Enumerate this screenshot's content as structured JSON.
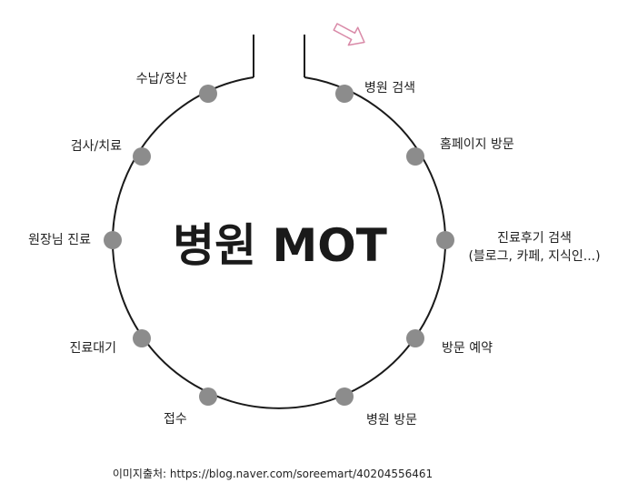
{
  "title": "병원 MOT",
  "touchpoints": [
    {
      "id": "hospital-search",
      "label": "병원 검색"
    },
    {
      "id": "homepage-visit",
      "label": "홈페이지 방문"
    },
    {
      "id": "review-search",
      "label": "진료후기 검색",
      "sublabel": "(블로그, 카페, 지식인...)"
    },
    {
      "id": "visit-reservation",
      "label": "방문 예약"
    },
    {
      "id": "hospital-visit",
      "label": "병원 방문"
    },
    {
      "id": "reception",
      "label": "접수"
    },
    {
      "id": "waiting",
      "label": "진료대기"
    },
    {
      "id": "doctor-consult",
      "label": "원장님 진료"
    },
    {
      "id": "exam-treatment",
      "label": "검사/치료"
    },
    {
      "id": "payment",
      "label": "수납/정산"
    }
  ],
  "source": "이미지출처: https://blog.naver.com/soreemart/40204556461",
  "colors": {
    "node_fill": "#8c8c8c",
    "line": "#1a1a1a",
    "arrow_stroke": "#d98aa8"
  },
  "icons": {
    "direction_arrow": "outline-arrow-right-down-icon"
  }
}
